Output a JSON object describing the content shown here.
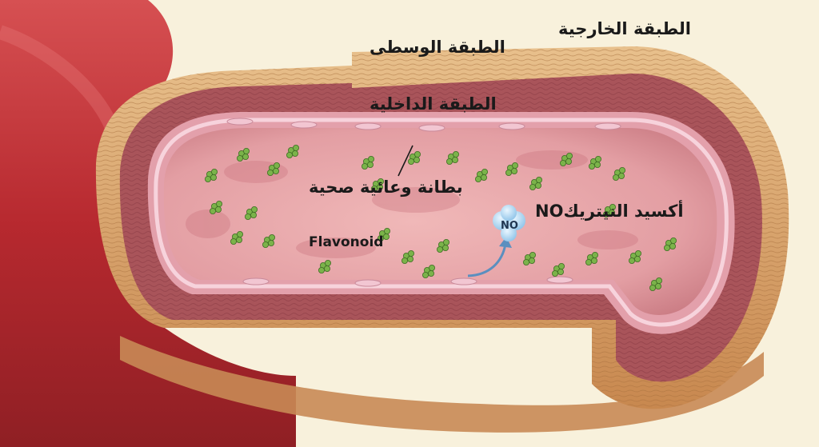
{
  "labels": {
    "outer_layer": "الطبقة الخارجية",
    "middle_layer": "الطبقة الوسطى",
    "inner_layer": "الطبقة الداخلية",
    "endothelium": "بطانة وعائية صحية",
    "nitric_oxide": "أكسيد النيتريكNO",
    "flavonoid": "Flavonoid",
    "no_molecule": "NO"
  },
  "colors": {
    "background": "#f8f1dc",
    "outer_vessel": "#c0383c",
    "adventitia": "#d8a06c",
    "media": "#a9545a",
    "intima": "#e8a8b2",
    "lumen": "#e9a8ac",
    "flavonoid": "#7bb34a",
    "no_molecule": "#a9d2ee"
  }
}
